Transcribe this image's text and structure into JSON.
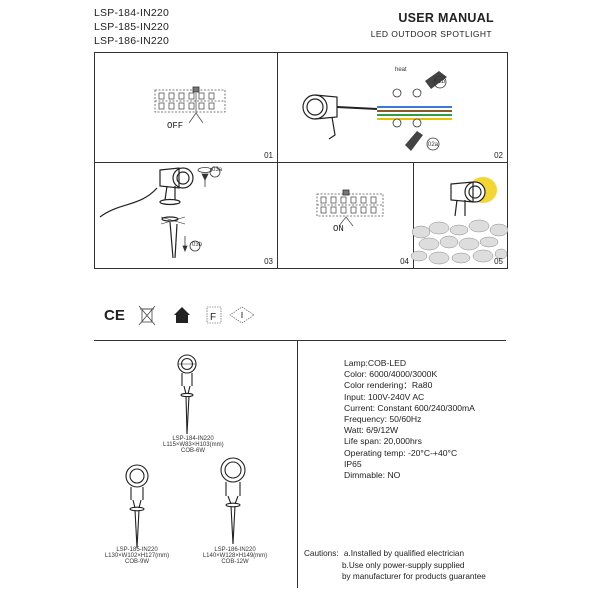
{
  "header": {
    "models": [
      "LSP-184-IN220",
      "LSP-185-IN220",
      "LSP-186-IN220"
    ],
    "title": "USER MANUAL",
    "subtitle": "LED OUTDOOR  SPOTLIGHT"
  },
  "steps": [
    {
      "number": "01",
      "label": "OFF"
    },
    {
      "number": "02",
      "labels": {
        "heat": "heat",
        "a": "02a",
        "b": "02b"
      }
    },
    {
      "number": "03",
      "labels": {
        "a": "03a",
        "b": "03b"
      }
    },
    {
      "number": "04",
      "label": "ON"
    },
    {
      "number": "05"
    }
  ],
  "cert_icons": [
    "ce-mark-icon",
    "weee-bin-icon",
    "indoor-outdoor-house-icon",
    "f-mark-icon",
    "warning-triangle-icon"
  ],
  "products": [
    {
      "model": "LSP-184-IN220",
      "dims": "L115×W83×H103(mm)",
      "power": "COB-6W"
    },
    {
      "model": "LSP-185-IN220",
      "dims": "L130×W102×H127(mm)",
      "power": "COB-9W"
    },
    {
      "model": "LSP-186-IN220",
      "dims": "L140×W128×H149(mm)",
      "power": "COB-12W"
    }
  ],
  "specs": [
    "Lamp:COB-LED",
    "Color:  6000/4000/3000K",
    "Color rendering：Ra80",
    "Input:  100V-240V AC",
    "Current:  Constant 600/240/300mA",
    "Frequency:  50/60Hz",
    "Watt:  6/9/12W",
    "Life span:  20,000hrs",
    "Operating temp:  -20°C-+40°C",
    "IP65",
    "Dimmable:  NO"
  ],
  "cautions": {
    "label": "Cautions:",
    "lines": [
      "a.Installed by qualified electrician",
      "b.Use only power-supply supplied",
      "by manufacturer for products guarantee"
    ]
  },
  "colors": {
    "line": "#333333",
    "glow": "#f5d533",
    "stone": "#c8c8c8"
  }
}
